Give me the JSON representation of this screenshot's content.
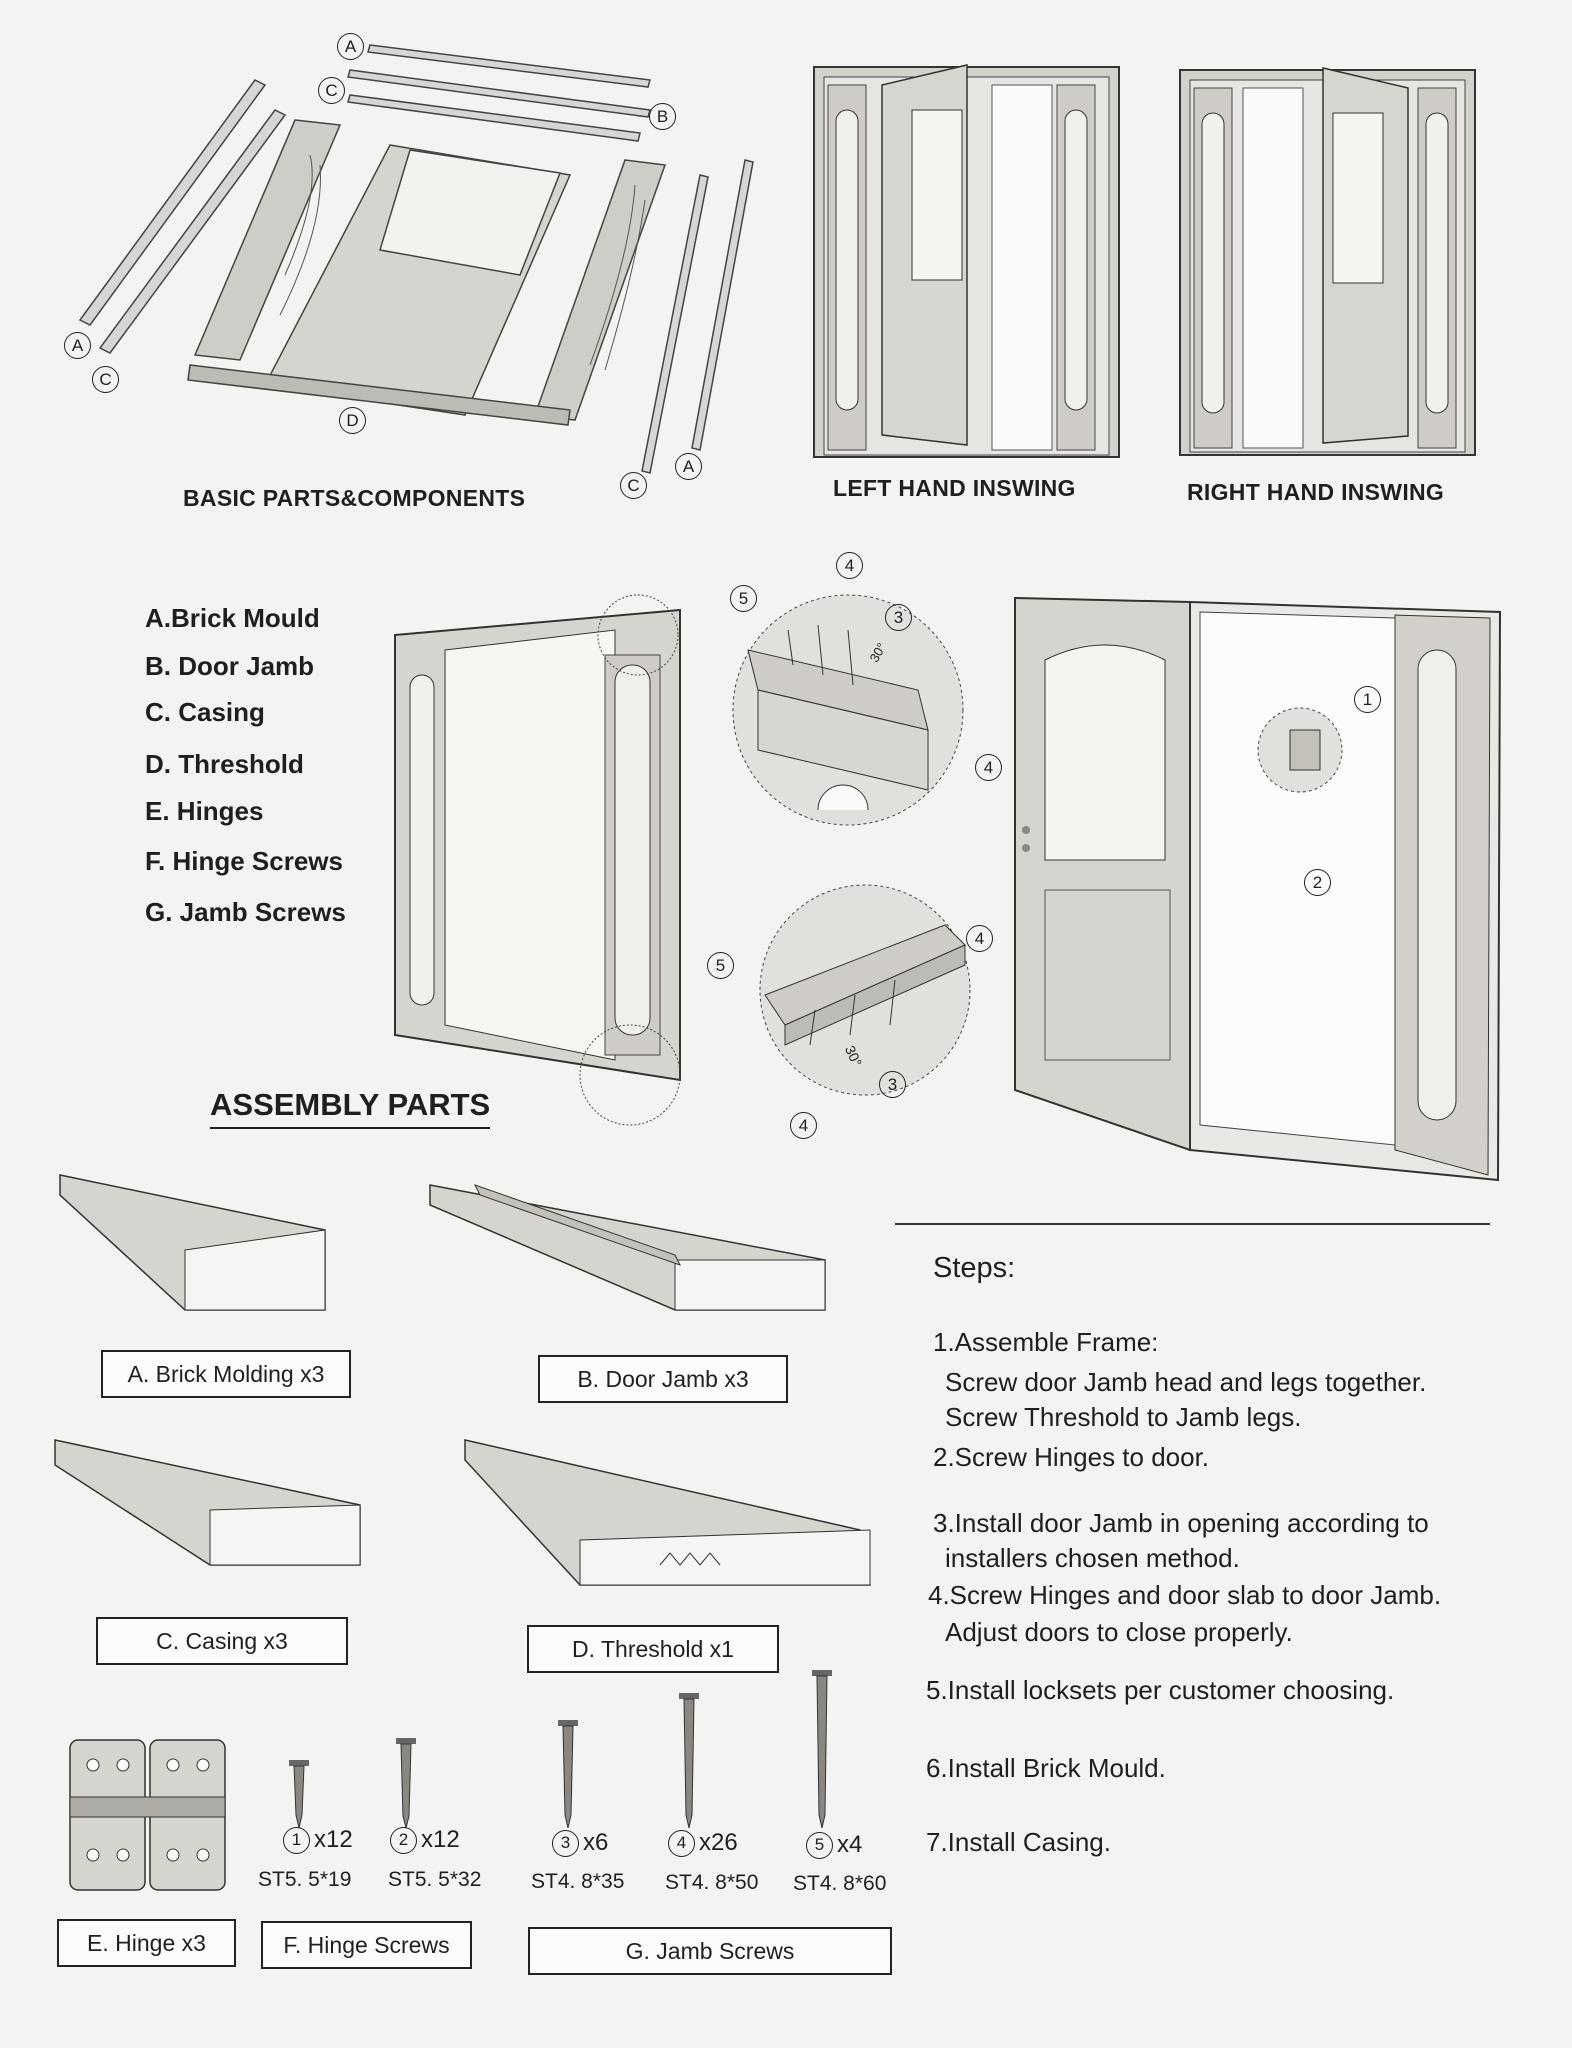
{
  "diagram": {
    "basic_title": "BASIC PARTS&COMPONENTS",
    "left_hand": "LEFT HAND INSWING",
    "right_hand": "RIGHT HAND INSWING",
    "callouts": {
      "a": "A",
      "b": "B",
      "c": "C",
      "d": "D"
    },
    "detail_numbers": [
      "1",
      "2",
      "3",
      "4",
      "5"
    ],
    "angle": "30°"
  },
  "legend": [
    "A.Brick Mould",
    "B. Door Jamb",
    "C. Casing",
    "D. Threshold",
    "E. Hinges",
    "F. Hinge Screws",
    "G. Jamb Screws"
  ],
  "assembly": {
    "title": "ASSEMBLY PARTS",
    "parts": {
      "brick": "A. Brick Molding x3",
      "jamb": "B. Door Jamb x3",
      "casing": "C. Casing x3",
      "threshold": "D. Threshold x1",
      "hinge": "E. Hinge x3",
      "hinge_screws": "F. Hinge Screws",
      "jamb_screws": "G. Jamb Screws"
    },
    "screws": [
      {
        "num": "1",
        "qty": "x12",
        "spec": "ST5. 5*19"
      },
      {
        "num": "2",
        "qty": "x12",
        "spec": "ST5. 5*32"
      },
      {
        "num": "3",
        "qty": "x6",
        "spec": "ST4. 8*35"
      },
      {
        "num": "4",
        "qty": "x26",
        "spec": "ST4. 8*50"
      },
      {
        "num": "5",
        "qty": "x4",
        "spec": "ST4. 8*60"
      }
    ]
  },
  "steps": {
    "title": "Steps:",
    "lines": [
      "1.Assemble Frame:",
      "Screw door Jamb head and legs together.",
      "Screw Threshold to Jamb legs.",
      "2.Screw Hinges to door.",
      "3.Install door Jamb in opening according to",
      "installers chosen method.",
      "4.Screw Hinges and door slab to door Jamb.",
      "Adjust doors to close properly.",
      "5.Install locksets per customer choosing.",
      "6.Install  Brick Mould.",
      "7.Install  Casing."
    ]
  }
}
